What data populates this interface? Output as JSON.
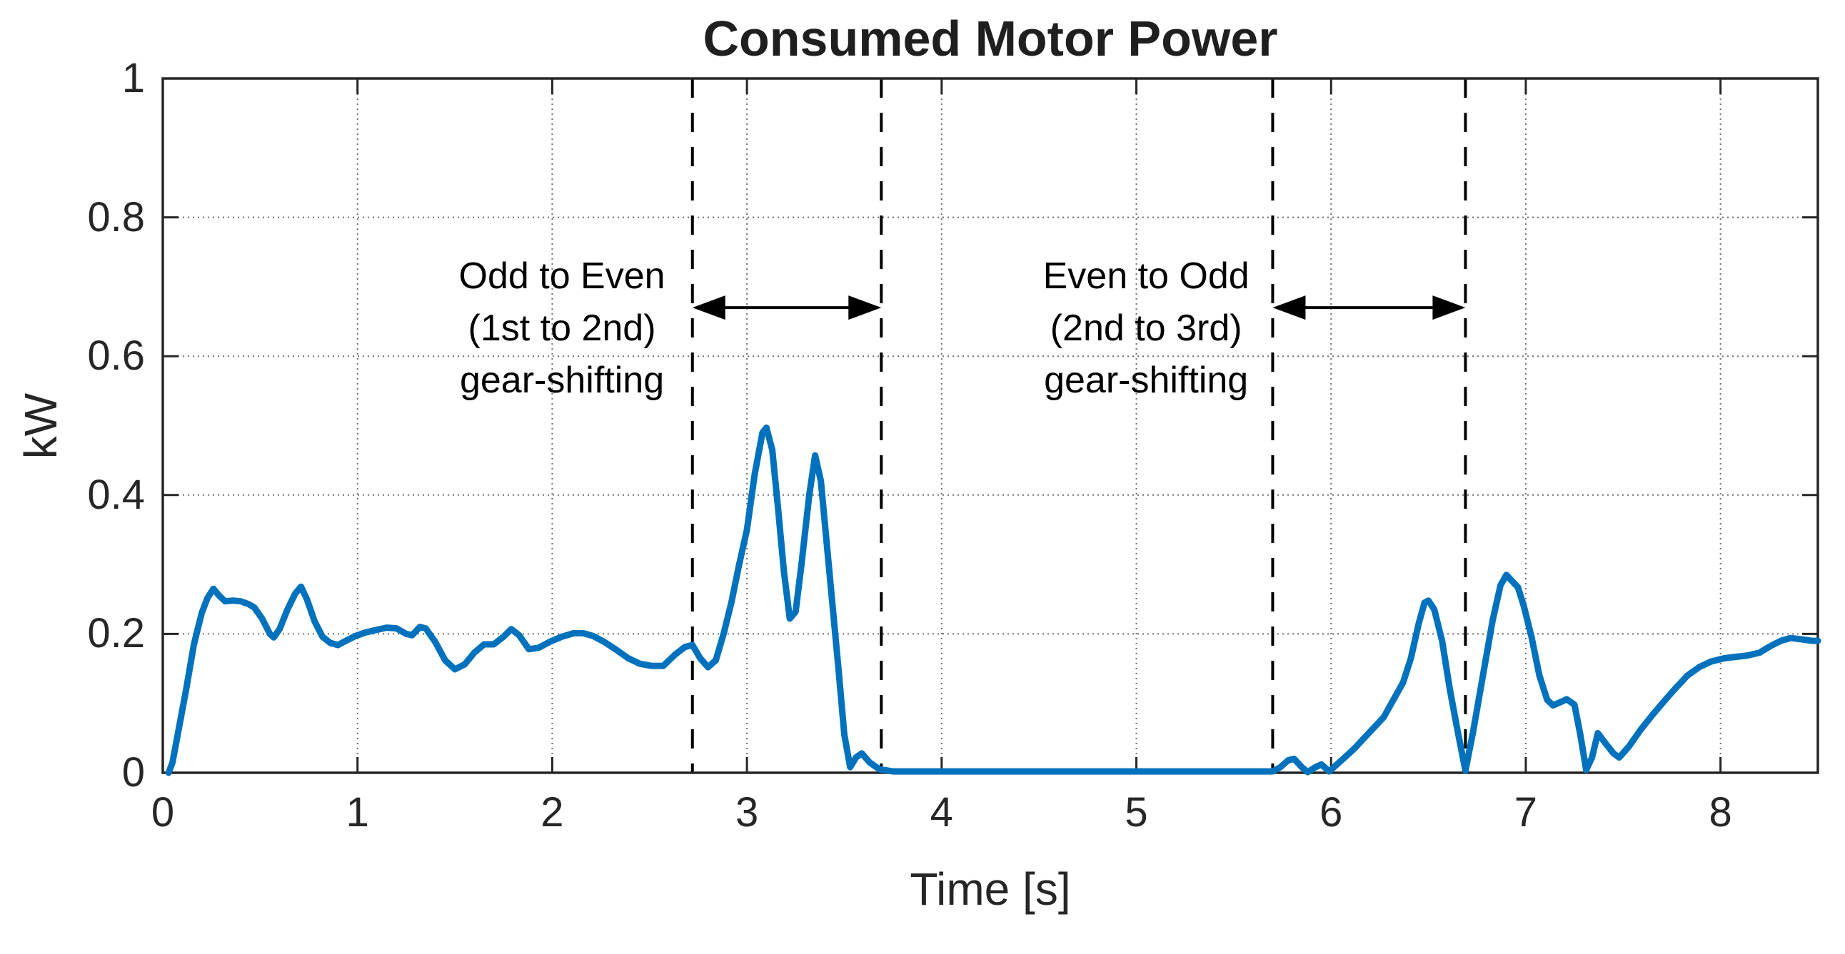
{
  "title": "Consumed Motor Power",
  "colors": {
    "line": "#0072BD",
    "axis": "#262626",
    "grid": "#6e6e6e",
    "shift_line": "#000000",
    "background": "#ffffff"
  },
  "y_axis": {
    "label": "kW",
    "ticks": [
      0,
      0.2,
      0.4,
      0.6,
      0.8,
      1
    ],
    "tick_labels": [
      "0",
      "0.2",
      "0.4",
      "0.6",
      "0.8",
      "1"
    ],
    "range": [
      0,
      1
    ]
  },
  "x_axis": {
    "label": "Time [s]",
    "ticks": [
      0,
      1,
      2,
      3,
      4,
      5,
      6,
      7,
      8
    ],
    "tick_labels": [
      "0",
      "1",
      "2",
      "3",
      "4",
      "5",
      "6",
      "7",
      "8"
    ],
    "range": [
      0,
      8.5
    ]
  },
  "annotations": [
    {
      "id": "odd-to-even",
      "lines": [
        "Odd to Even",
        "(1st to 2nd)",
        "gear-shifting"
      ],
      "center_t": 2.05,
      "center_kw": 0.64
    },
    {
      "id": "even-to-odd",
      "lines": [
        "Even to Odd",
        "(2nd to 3rd)",
        "gear-shifting"
      ],
      "center_t": 5.05,
      "center_kw": 0.64
    }
  ],
  "shift_lines_t": [
    2.72,
    3.69,
    5.7,
    6.69
  ],
  "arrows": [
    {
      "from_t": 2.72,
      "to_t": 3.69,
      "kw": 0.67
    },
    {
      "from_t": 5.7,
      "to_t": 6.69,
      "kw": 0.67
    }
  ],
  "chart_data": {
    "type": "line",
    "title": "Consumed Motor Power",
    "xlabel": "Time [s]",
    "ylabel": "kW",
    "xlim": [
      0,
      8.5
    ],
    "ylim": [
      0,
      1
    ],
    "grid": true,
    "grid_style": "dotted",
    "legend": "none",
    "series": [
      {
        "name": "consumed-motor-power",
        "color": "#0072BD",
        "points": [
          [
            0.03,
            0.0
          ],
          [
            0.05,
            0.015
          ],
          [
            0.08,
            0.06
          ],
          [
            0.12,
            0.12
          ],
          [
            0.16,
            0.185
          ],
          [
            0.2,
            0.23
          ],
          [
            0.23,
            0.252
          ],
          [
            0.26,
            0.265
          ],
          [
            0.29,
            0.255
          ],
          [
            0.32,
            0.247
          ],
          [
            0.36,
            0.248
          ],
          [
            0.4,
            0.247
          ],
          [
            0.44,
            0.243
          ],
          [
            0.47,
            0.238
          ],
          [
            0.51,
            0.222
          ],
          [
            0.55,
            0.2
          ],
          [
            0.57,
            0.195
          ],
          [
            0.6,
            0.207
          ],
          [
            0.64,
            0.235
          ],
          [
            0.68,
            0.258
          ],
          [
            0.71,
            0.268
          ],
          [
            0.74,
            0.25
          ],
          [
            0.78,
            0.218
          ],
          [
            0.82,
            0.196
          ],
          [
            0.86,
            0.187
          ],
          [
            0.9,
            0.184
          ],
          [
            0.94,
            0.19
          ],
          [
            0.99,
            0.197
          ],
          [
            1.04,
            0.202
          ],
          [
            1.1,
            0.206
          ],
          [
            1.15,
            0.209
          ],
          [
            1.2,
            0.208
          ],
          [
            1.25,
            0.2
          ],
          [
            1.28,
            0.198
          ],
          [
            1.32,
            0.21
          ],
          [
            1.35,
            0.208
          ],
          [
            1.4,
            0.188
          ],
          [
            1.45,
            0.162
          ],
          [
            1.5,
            0.149
          ],
          [
            1.55,
            0.156
          ],
          [
            1.6,
            0.173
          ],
          [
            1.65,
            0.185
          ],
          [
            1.7,
            0.185
          ],
          [
            1.75,
            0.196
          ],
          [
            1.79,
            0.207
          ],
          [
            1.83,
            0.198
          ],
          [
            1.88,
            0.178
          ],
          [
            1.93,
            0.18
          ],
          [
            1.99,
            0.189
          ],
          [
            2.05,
            0.196
          ],
          [
            2.11,
            0.201
          ],
          [
            2.16,
            0.201
          ],
          [
            2.21,
            0.197
          ],
          [
            2.27,
            0.188
          ],
          [
            2.33,
            0.177
          ],
          [
            2.39,
            0.165
          ],
          [
            2.45,
            0.157
          ],
          [
            2.51,
            0.154
          ],
          [
            2.57,
            0.154
          ],
          [
            2.63,
            0.17
          ],
          [
            2.68,
            0.181
          ],
          [
            2.72,
            0.184
          ],
          [
            2.76,
            0.165
          ],
          [
            2.8,
            0.152
          ],
          [
            2.84,
            0.162
          ],
          [
            2.88,
            0.2
          ],
          [
            2.92,
            0.245
          ],
          [
            2.96,
            0.3
          ],
          [
            3.0,
            0.35
          ],
          [
            3.04,
            0.43
          ],
          [
            3.08,
            0.49
          ],
          [
            3.1,
            0.497
          ],
          [
            3.13,
            0.465
          ],
          [
            3.16,
            0.38
          ],
          [
            3.19,
            0.29
          ],
          [
            3.22,
            0.222
          ],
          [
            3.25,
            0.232
          ],
          [
            3.28,
            0.3
          ],
          [
            3.32,
            0.4
          ],
          [
            3.35,
            0.457
          ],
          [
            3.38,
            0.42
          ],
          [
            3.41,
            0.33
          ],
          [
            3.44,
            0.24
          ],
          [
            3.47,
            0.15
          ],
          [
            3.5,
            0.055
          ],
          [
            3.53,
            0.008
          ],
          [
            3.56,
            0.022
          ],
          [
            3.59,
            0.028
          ],
          [
            3.63,
            0.015
          ],
          [
            3.68,
            0.005
          ],
          [
            3.75,
            0.002
          ],
          [
            4.0,
            0.002
          ],
          [
            4.5,
            0.002
          ],
          [
            5.0,
            0.002
          ],
          [
            5.4,
            0.002
          ],
          [
            5.7,
            0.002
          ],
          [
            5.74,
            0.008
          ],
          [
            5.78,
            0.018
          ],
          [
            5.81,
            0.02
          ],
          [
            5.85,
            0.008
          ],
          [
            5.88,
            0.001
          ],
          [
            5.92,
            0.008
          ],
          [
            5.95,
            0.012
          ],
          [
            5.99,
            0.002
          ],
          [
            6.03,
            0.012
          ],
          [
            6.07,
            0.022
          ],
          [
            6.12,
            0.035
          ],
          [
            6.17,
            0.05
          ],
          [
            6.22,
            0.065
          ],
          [
            6.27,
            0.08
          ],
          [
            6.32,
            0.105
          ],
          [
            6.37,
            0.13
          ],
          [
            6.41,
            0.165
          ],
          [
            6.45,
            0.215
          ],
          [
            6.48,
            0.245
          ],
          [
            6.5,
            0.248
          ],
          [
            6.53,
            0.235
          ],
          [
            6.57,
            0.19
          ],
          [
            6.61,
            0.12
          ],
          [
            6.65,
            0.06
          ],
          [
            6.69,
            0.003
          ],
          [
            6.73,
            0.06
          ],
          [
            6.78,
            0.14
          ],
          [
            6.83,
            0.22
          ],
          [
            6.87,
            0.27
          ],
          [
            6.9,
            0.285
          ],
          [
            6.93,
            0.276
          ],
          [
            6.96,
            0.267
          ],
          [
            6.99,
            0.24
          ],
          [
            7.03,
            0.195
          ],
          [
            7.07,
            0.14
          ],
          [
            7.11,
            0.105
          ],
          [
            7.14,
            0.097
          ],
          [
            7.18,
            0.102
          ],
          [
            7.21,
            0.106
          ],
          [
            7.25,
            0.098
          ],
          [
            7.28,
            0.055
          ],
          [
            7.31,
            0.004
          ],
          [
            7.34,
            0.022
          ],
          [
            7.37,
            0.057
          ],
          [
            7.41,
            0.042
          ],
          [
            7.45,
            0.028
          ],
          [
            7.48,
            0.022
          ],
          [
            7.53,
            0.038
          ],
          [
            7.59,
            0.062
          ],
          [
            7.65,
            0.083
          ],
          [
            7.71,
            0.103
          ],
          [
            7.77,
            0.122
          ],
          [
            7.83,
            0.14
          ],
          [
            7.89,
            0.152
          ],
          [
            7.95,
            0.16
          ],
          [
            8.02,
            0.165
          ],
          [
            8.08,
            0.167
          ],
          [
            8.14,
            0.169
          ],
          [
            8.2,
            0.173
          ],
          [
            8.26,
            0.183
          ],
          [
            8.31,
            0.19
          ],
          [
            8.36,
            0.194
          ],
          [
            8.42,
            0.192
          ],
          [
            8.47,
            0.19
          ],
          [
            8.5,
            0.19
          ]
        ]
      }
    ]
  }
}
